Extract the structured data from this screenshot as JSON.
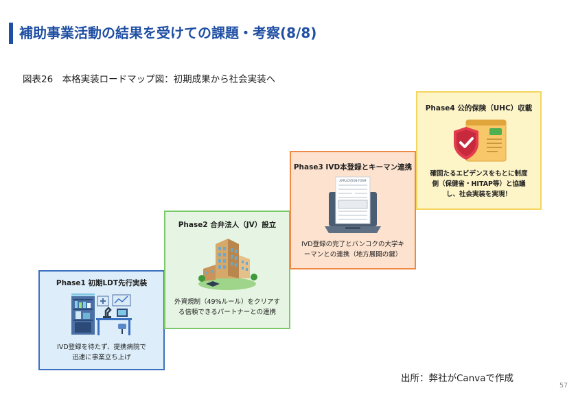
{
  "header": {
    "title": "補助事業活動の結果を受けての課題・考察(8/8)",
    "accent_color": "#1f4fa3"
  },
  "figure": {
    "caption": "図表26　本格実装ロードマップ図：初期成果から社会実装へ"
  },
  "phases": [
    {
      "title": "Phase1 初期LDT先行実装",
      "desc_lines": [
        "IVD登録を待たず、提携病院で",
        "迅速に事業立ち上げ"
      ],
      "icon": "laboratory-icon",
      "bg": "#ddeefa",
      "border": "#3a6fc0"
    },
    {
      "title": "Phase2 合弁法人（JV）設立",
      "desc_lines": [
        "外資規制（49%ルール）をクリアす",
        "る信頼できるパートナーとの連携"
      ],
      "icon": "office-building-icon",
      "bg": "#e6f5e3",
      "border": "#7cc96a"
    },
    {
      "title": "Phase3 IVD本登録とキーマン連携",
      "desc_lines": [
        "IVD登録の完了とバンコクの大学キ",
        "ーマンとの連携（地方展開の鍵）"
      ],
      "icon": "application-form-laptop-icon",
      "icon_text": "APPLICATION FORM",
      "bg": "#fce2cf",
      "border": "#ee8a45"
    },
    {
      "title": "Phase4 公的保険（UHC）収載",
      "desc_lines": [
        "確固たるエビデンスをもとに制度",
        "側（保健省・HITAP等）と協議",
        "し、社会実装を実現！"
      ],
      "icon": "insurance-shield-icon",
      "bg": "#fdf4c8",
      "border": "#f5d55e"
    }
  ],
  "footer": {
    "source": "出所：弊社がCanvaで作成",
    "page_number": "57"
  }
}
